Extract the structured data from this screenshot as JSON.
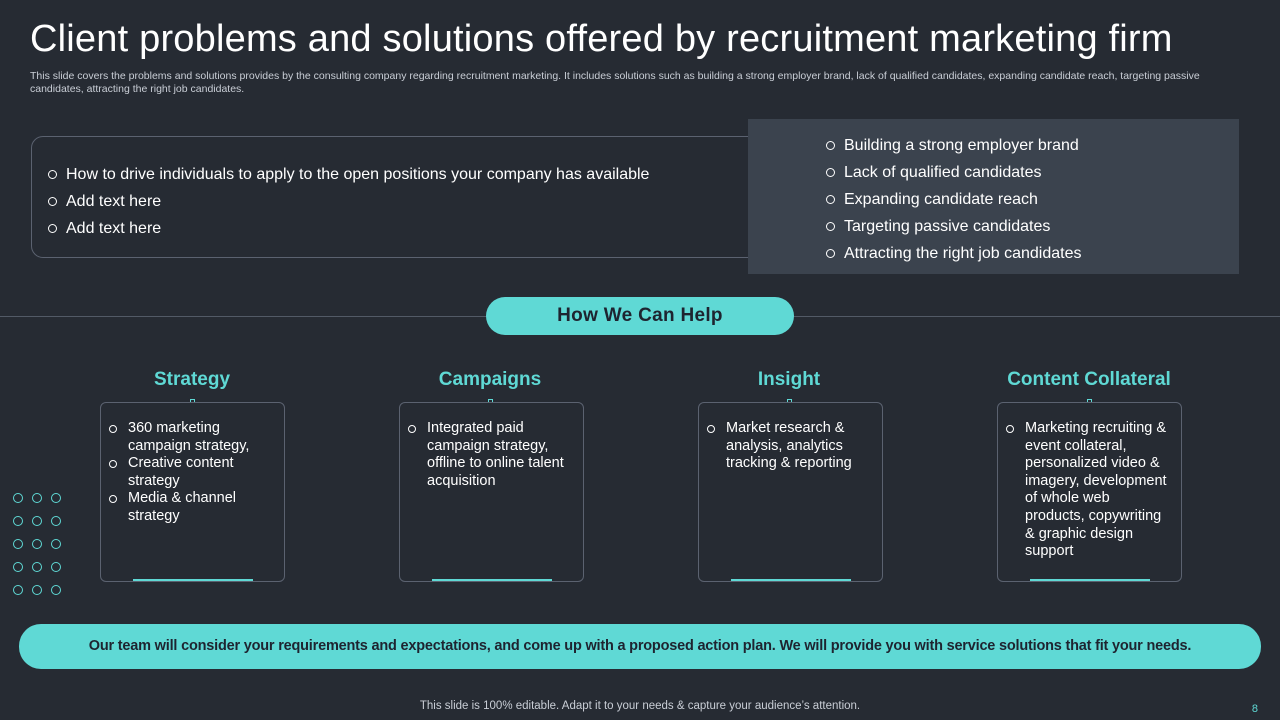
{
  "slide": {
    "title": "Client problems and solutions offered by recruitment marketing firm",
    "subtitle": "This slide covers the problems and solutions provides by the consulting company regarding recruitment marketing. It includes solutions such as building a strong employer brand, lack of qualified candidates, expanding candidate reach, targeting passive candidates, attracting the right job candidates."
  },
  "problems": [
    "How to drive individuals to apply to the open positions your company has available",
    "Add text here",
    "Add text here"
  ],
  "solutions": [
    "Building a strong employer brand",
    "Lack of qualified candidates",
    "Expanding candidate reach",
    "Targeting passive candidates",
    "Attracting the right job candidates"
  ],
  "help": {
    "label": "How We Can Help"
  },
  "columns": [
    {
      "heading": "Strategy",
      "items": [
        "360 marketing campaign strategy,",
        "Creative content strategy",
        "Media & channel strategy"
      ]
    },
    {
      "heading": "Campaigns",
      "items": [
        "Integrated paid campaign strategy, offline to online talent acquisition"
      ]
    },
    {
      "heading": "Insight",
      "items": [
        "Market research & analysis, analytics tracking & reporting"
      ]
    },
    {
      "heading": "Content Collateral",
      "items": [
        "Marketing recruiting & event collateral, personalized video & imagery, development of whole web products, copywriting & graphic design support"
      ]
    }
  ],
  "cta": {
    "text": "Our team will consider your requirements and expectations, and come up with a proposed action plan. We will provide you with service solutions that fit your needs."
  },
  "footer": {
    "text": "This slide is 100% editable. Adapt it to your needs & capture your audience’s attention.",
    "page_number": "8"
  },
  "colors": {
    "background": "#262b33",
    "accent": "#5fd9d5",
    "panel": "#3b434e",
    "border": "#5b6270"
  }
}
